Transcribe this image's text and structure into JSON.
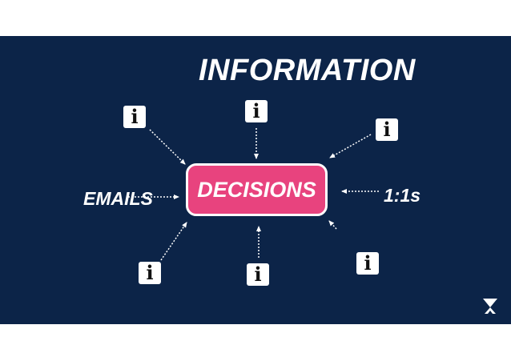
{
  "slide": {
    "title": "INFORMATION",
    "center_label": "DECISIONS",
    "left_label": "EMAILS",
    "right_label": "1:1s",
    "info_glyph": "i",
    "icon": "info-icon",
    "logo_icon": "atlassian-logo-icon"
  },
  "colors": {
    "background": "#0c2448",
    "center_box": "#e8437e",
    "text": "#ffffff",
    "icon_bg": "#ffffff"
  }
}
